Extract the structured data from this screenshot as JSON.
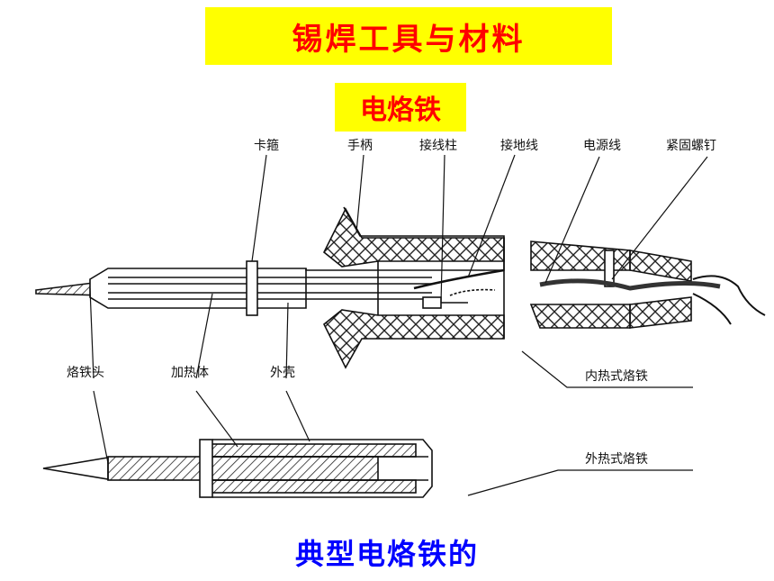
{
  "title": "锡焊工具与材料",
  "subtitle": "电烙铁",
  "caption": "典型电烙铁的",
  "labels": {
    "clamp": "卡箍",
    "handle": "手柄",
    "terminal": "接线柱",
    "ground_wire": "接地线",
    "power_cord": "电源线",
    "fastening_screw": "紧固螺钉",
    "tip": "烙铁头",
    "heater": "加热体",
    "shell": "外壳",
    "internal_type": "内热式烙铁",
    "external_type": "外热式烙铁"
  },
  "colors": {
    "title_bg": "#ffff00",
    "title_text": "#ff0000",
    "caption_text": "#0000ff"
  }
}
